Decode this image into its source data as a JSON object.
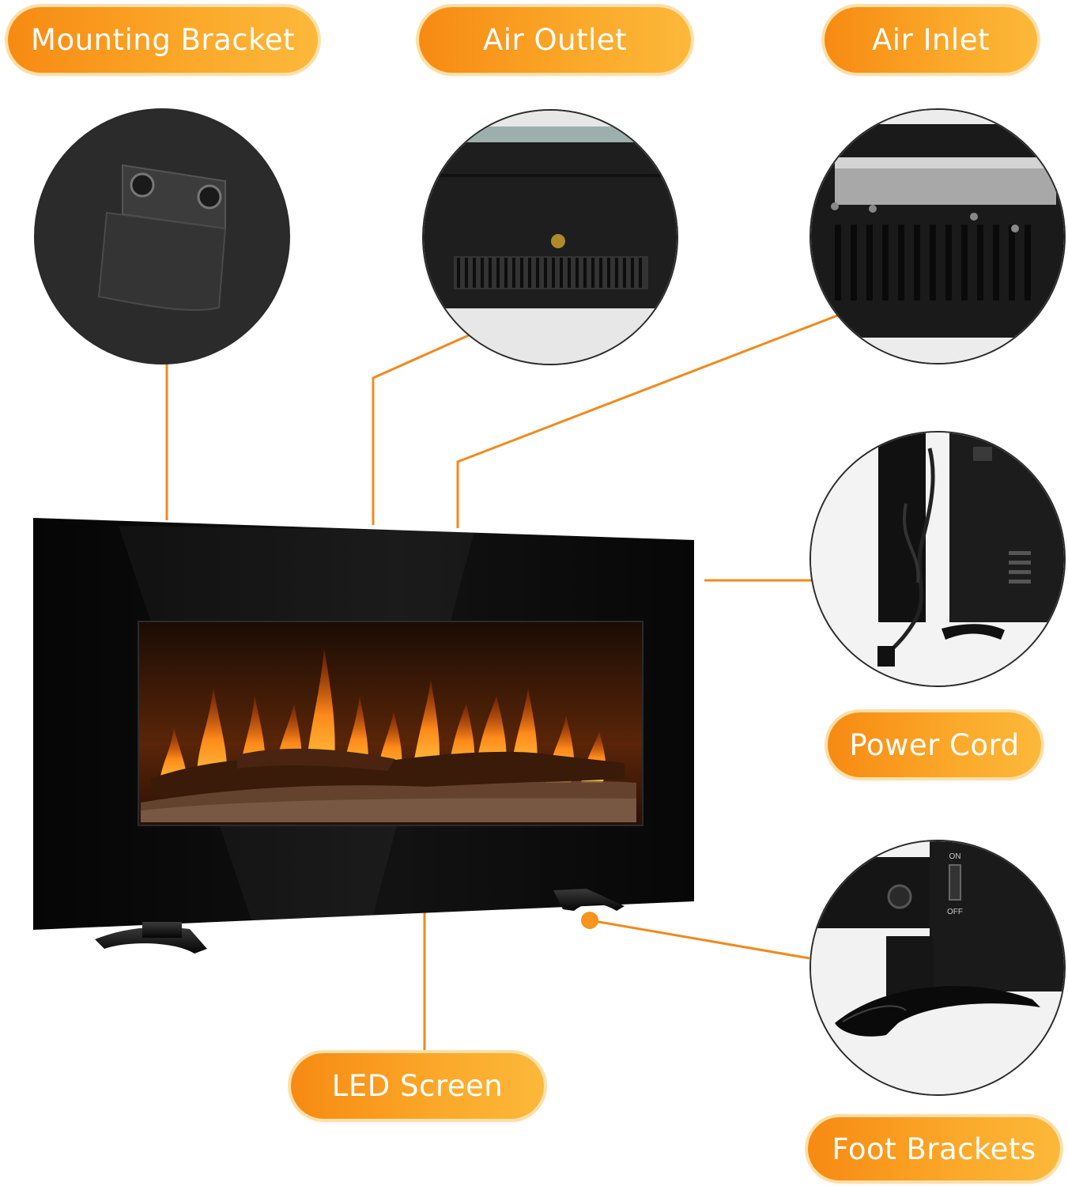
{
  "callouts": {
    "mounting_bracket": "Mounting Bracket",
    "air_outlet": "Air Outlet",
    "air_inlet": "Air Inlet",
    "power_cord": "Power Cord",
    "led_screen": "LED Screen",
    "foot_brackets": "Foot Brackets"
  },
  "switch": {
    "on": "ON",
    "off": "OFF"
  },
  "colors": {
    "accent": "#f7941d",
    "line": "#f08a1c",
    "panel": "#0c0c0c",
    "flame": "#ff8a1a"
  }
}
